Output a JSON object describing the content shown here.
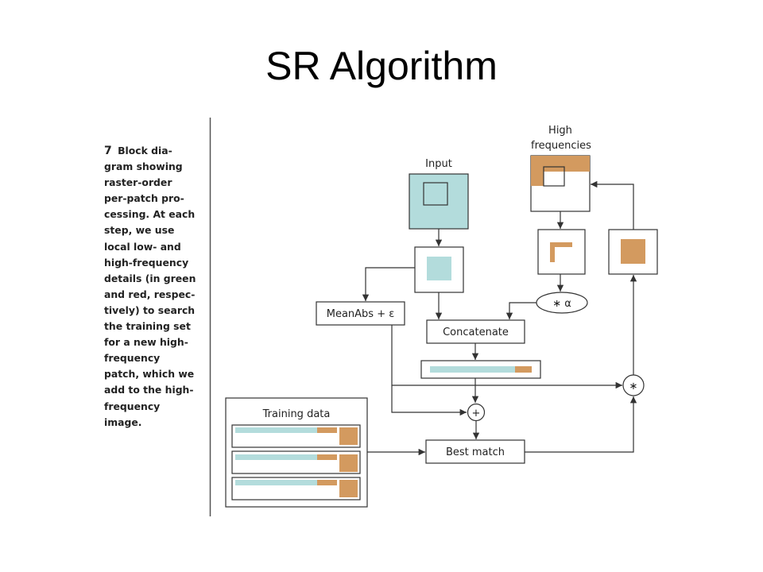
{
  "slide_title": "SR Algorithm",
  "figure": {
    "number": "7",
    "caption_lines": [
      "Block dia-",
      "gram showing",
      "raster-order",
      "per-patch pro-",
      "cessing. At each",
      "step, we use",
      "local low- and",
      "high-frequency",
      "details (in green",
      "and red, respec-",
      "tively) to search",
      "the training set",
      "for a new high-",
      "frequency",
      "patch, which we",
      "add to the high-",
      "frequency",
      "image."
    ]
  },
  "diagram": {
    "input_label": "Input",
    "high_freq_label_1": "High",
    "high_freq_label_2": "frequencies",
    "alpha_label": "∗ α",
    "meanabs_label": "MeanAbs + ε",
    "concatenate_label": "Concatenate",
    "training_label": "Training data",
    "best_match_label": "Best match",
    "plus_symbol": "+",
    "times_symbol": "∗"
  },
  "colors": {
    "low_frequency": "#b3dcdc",
    "high_frequency": "#d39a5f",
    "line": "#333333"
  }
}
